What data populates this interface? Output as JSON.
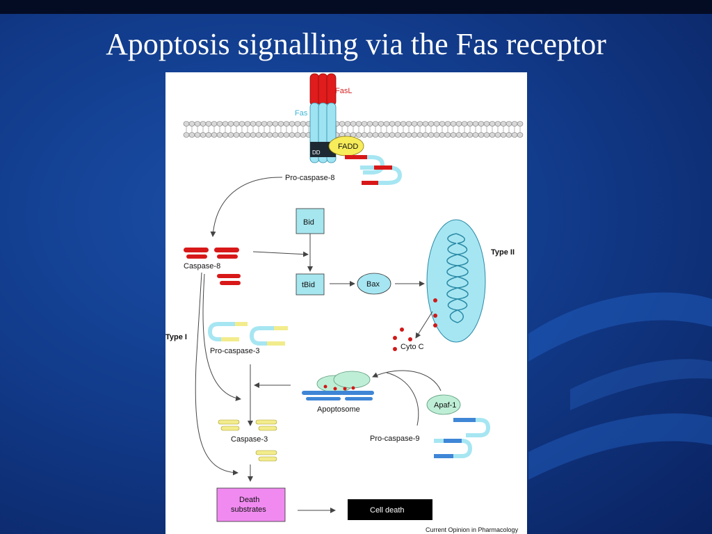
{
  "slide": {
    "title": "Apoptosis signalling via the Fas receptor",
    "background_color": "#123c8c",
    "title_color": "#ffffff"
  },
  "diagram": {
    "labels": {
      "fasl": "FasL",
      "fas": "Fas",
      "fadd": "FADD",
      "dd": "DD",
      "pro_caspase_8": "Pro-caspase-8",
      "caspase_8": "Caspase-8",
      "bid": "Bid",
      "tbid": "tBid",
      "bax": "Bax",
      "type_ii": "Type II",
      "type_i": "Type I",
      "cyto_c": "Cyto C",
      "pro_caspase_3": "Pro-caspase-3",
      "apoptosome": "Apoptosome",
      "apaf_1": "Apaf-1",
      "caspase_3": "Caspase-3",
      "pro_caspase_9": "Pro-caspase-9",
      "death_substrates_line1": "Death",
      "death_substrates_line2": "substrates",
      "cell_death": "Cell death",
      "credit": "Current Opinion in Pharmacology"
    },
    "colors": {
      "fasl": "#e01c1c",
      "fas": "#9ee3f2",
      "caspase_8": "#d81818",
      "caspase_3": "#f2ec8c",
      "caspase_9": "#3f86d6",
      "mitochondrion": "#a6e6f2",
      "cyto_c": "#d01818",
      "fadd": "#f7ec5a",
      "bid_box": "#a6e6ee",
      "death_substrates": "#f08af0",
      "cell_death": "#000000"
    }
  }
}
